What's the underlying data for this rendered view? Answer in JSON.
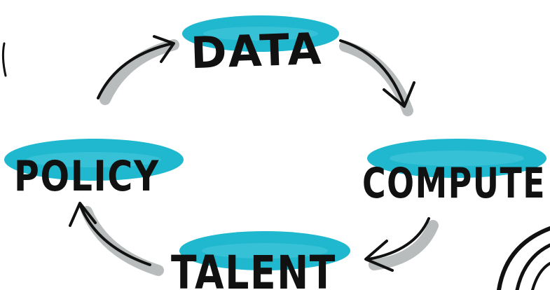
{
  "nodes": {
    "data": "DATA",
    "compute": "COMPUTE",
    "talent": "TALENT",
    "policy": "POLICY"
  },
  "colors": {
    "highlight": "#1fb8cf",
    "ink": "#111111",
    "arrow_shadow": "#b8bcbc",
    "background": "#ffffff"
  }
}
